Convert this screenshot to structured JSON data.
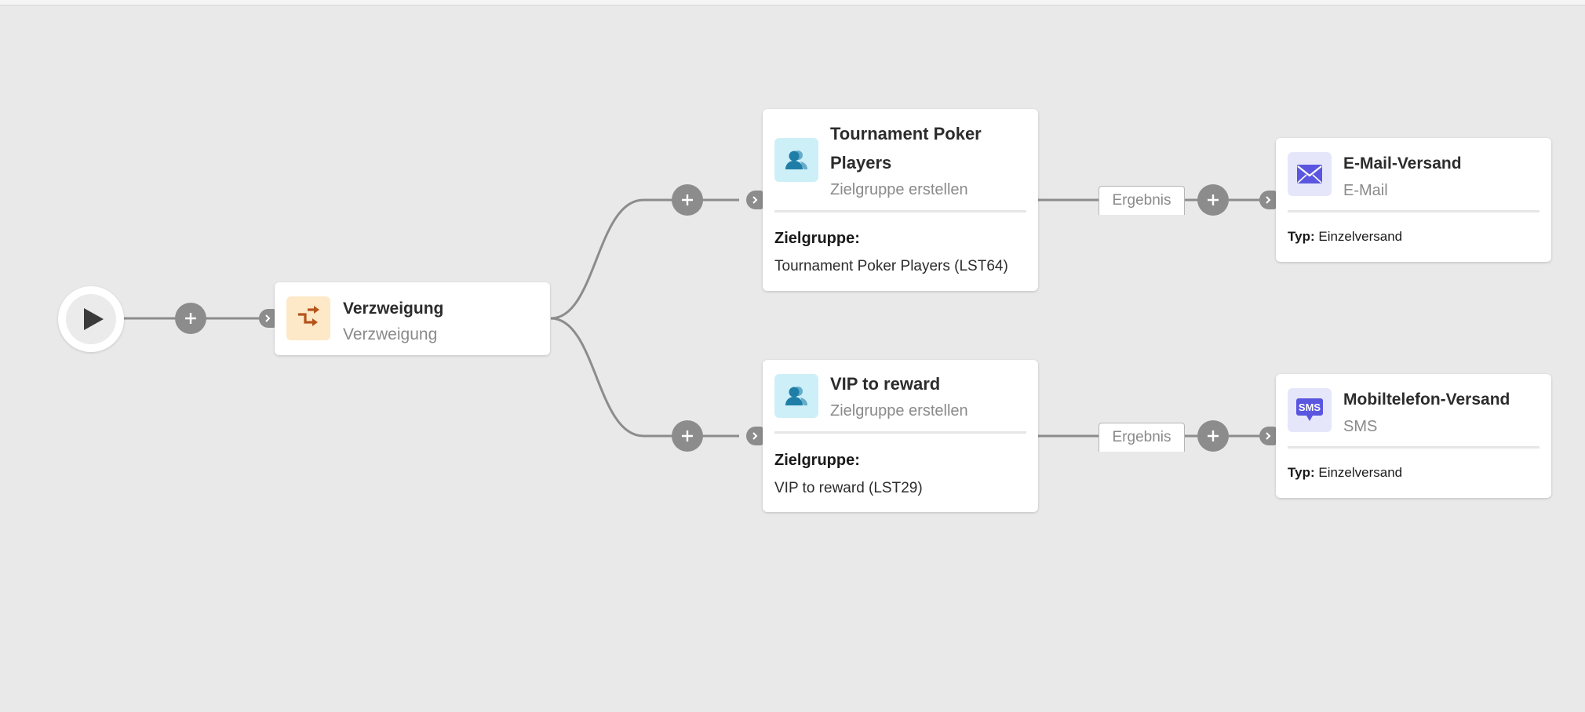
{
  "workflow": {
    "branch_node": {
      "title": "Verzweigung",
      "subtitle": "Verzweigung"
    },
    "audience_1": {
      "title_line1": "Tournament Poker",
      "title_line2": "Players",
      "subtitle": "Zielgruppe erstellen",
      "field_label": "Zielgruppe:",
      "field_value": "Tournament Poker Players (LST64)"
    },
    "audience_2": {
      "title": "VIP to reward",
      "subtitle": "Zielgruppe erstellen",
      "field_label": "Zielgruppe:",
      "field_value": "VIP to reward (LST29)"
    },
    "result_label_1": "Ergebnis",
    "result_label_2": "Ergebnis",
    "email_node": {
      "title": "E-Mail-Versand",
      "subtitle": "E-Mail",
      "type_label": "Typ:",
      "type_value": "Einzelversand"
    },
    "sms_node": {
      "title": "Mobiltelefon-Versand",
      "subtitle": "SMS",
      "icon_text": "SMS",
      "type_label": "Typ:",
      "type_value": "Einzelversand"
    }
  },
  "icons": {
    "start": "play-icon",
    "add": "plus-icon",
    "connector": "chevron-right-icon",
    "branch": "branch-icon",
    "audience": "audience-icon",
    "email": "envelope-icon",
    "sms": "sms-icon"
  },
  "colors": {
    "canvas": "#e9e9e9",
    "connector": "#8c8c8c",
    "branch_icon_bg": "#fde8c8",
    "branch_icon": "#b5541b",
    "audience_icon_bg": "#cdeff8",
    "audience_icon": "#1f7ea8",
    "delivery_icon_bg": "#e6e6fb",
    "delivery_icon": "#5a56e0"
  }
}
